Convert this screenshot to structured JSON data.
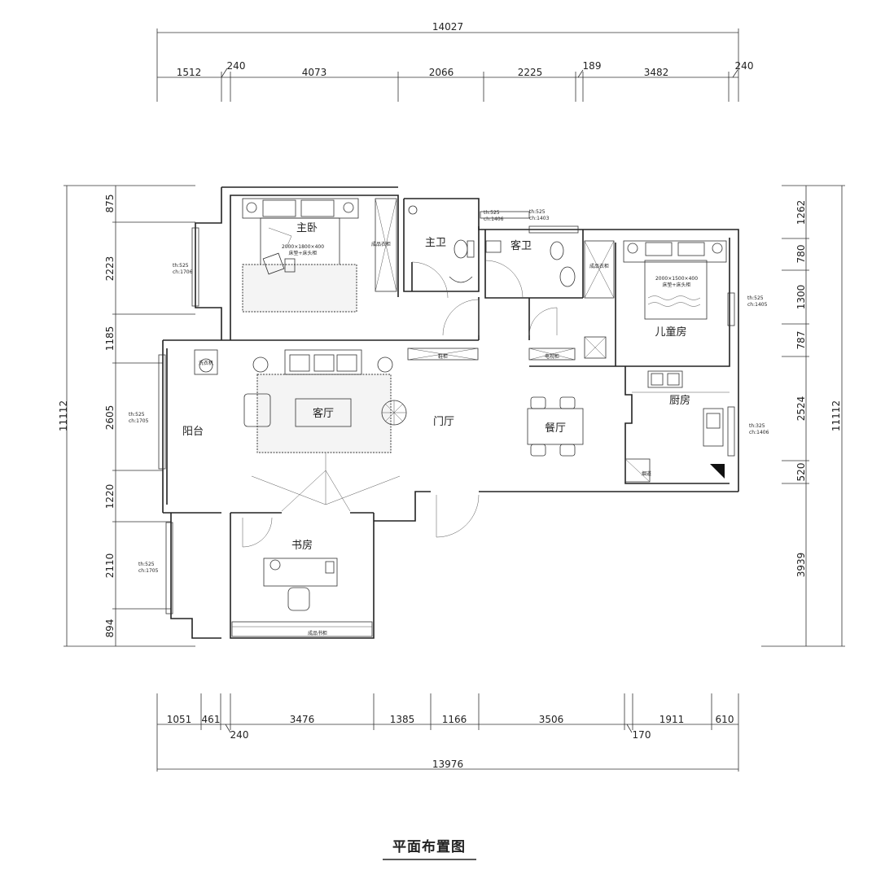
{
  "title": "平面布置图",
  "dimensions": {
    "top_total": "14027",
    "top_segments": [
      "1512",
      "240",
      "4073",
      "2066",
      "2225",
      "189",
      "3482",
      "240"
    ],
    "bottom_total": "13976",
    "bottom_segments": [
      "1051",
      "461",
      "240",
      "3476",
      "1385",
      "1166",
      "3506",
      "170",
      "1911",
      "610"
    ],
    "left_total": "11112",
    "left_segments": [
      "875",
      "2223",
      "1185",
      "2605",
      "1220",
      "2110",
      "894"
    ],
    "right_total": "11112",
    "right_segments": [
      "1262",
      "780",
      "1300",
      "787",
      "2524",
      "520",
      "3939"
    ]
  },
  "rooms": {
    "master_bedroom": "主卧",
    "master_bath": "主卫",
    "guest_bath": "客卫",
    "kids_room": "儿童房",
    "living_room": "客厅",
    "foyer": "门厅",
    "balcony": "阳台",
    "dining": "餐厅",
    "kitchen": "厨房",
    "study": "书房"
  },
  "furniture": {
    "wardrobe_master": "成品衣柜",
    "wardrobe_kids": "成品衣柜",
    "bookcase": "成品书柜",
    "shoe_cabinet": "鞋柜",
    "tv_cabinet": "电视柜",
    "washer": "洗衣机",
    "flue": "烟道",
    "master_bed_spec": "2000×1800×400",
    "master_bed_note": "床垫+床头柜",
    "kids_bed_spec": "2000×1500×400",
    "kids_bed_note": "床垫+床头柜"
  },
  "window_notes": {
    "top_mid_a_1": "th:525",
    "top_mid_a_2": "ch:1406",
    "top_mid_b_1": "th:525",
    "top_mid_b_2": "ch:1403",
    "master_1": "th:525",
    "master_2": "ch:1706",
    "kids_1": "th:525",
    "kids_2": "ch:1405",
    "balcony_1": "th:525",
    "balcony_2": "ch:1705",
    "kitchen_1": "th:325",
    "kitchen_2": "ch:1406",
    "study_1": "th:525",
    "study_2": "ch:1705"
  }
}
